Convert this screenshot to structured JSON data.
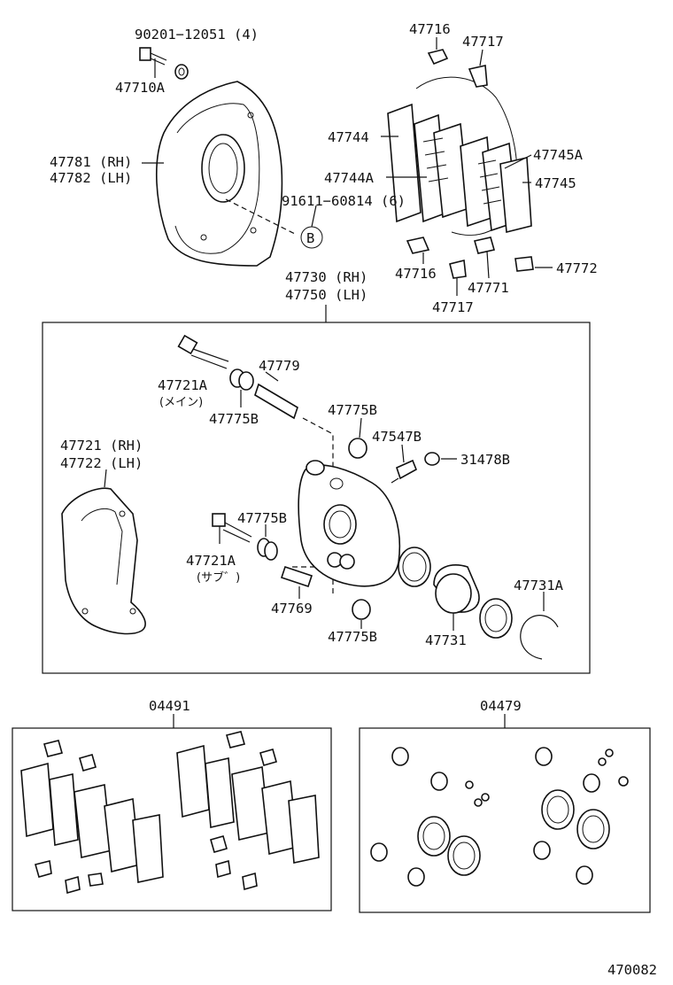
{
  "labels": {
    "bolt_90201": "90201−12051 (4)",
    "p47710A": "47710A",
    "p47781": "47781 (RH)",
    "p47782": "47782 (LH)",
    "screw_91611": "91611−60814 (6)",
    "ref_b": "B",
    "p47716_top": "47716",
    "p47717_top": "47717",
    "p47744": "47744",
    "p47744A": "47744A",
    "p47745A": "47745A",
    "p47745": "47745",
    "p47716_bot": "47716",
    "p47717_bot": "47717",
    "p47771": "47771",
    "p47772": "47772",
    "p47730": "47730 (RH)",
    "p47750": "47750 (LH)",
    "p47721A_main": "47721A",
    "p47721A_main_note": "(メイン)",
    "p47779": "47779",
    "p47775B_1": "47775B",
    "p47775B_2": "47775B",
    "p47547B": "47547B",
    "p31478B": "31478B",
    "p47721": "47721 (RH)",
    "p47722": "47722 (LH)",
    "p47775B_3": "47775B",
    "p47721A_sub": "47721A",
    "p47721A_sub_note": "(サブ゛)",
    "p47769": "47769",
    "p47775B_4": "47775B",
    "p47731A": "47731A",
    "p47731": "47731",
    "kit_04491": "04491",
    "kit_04479": "04479",
    "diagram_id": "470082"
  }
}
